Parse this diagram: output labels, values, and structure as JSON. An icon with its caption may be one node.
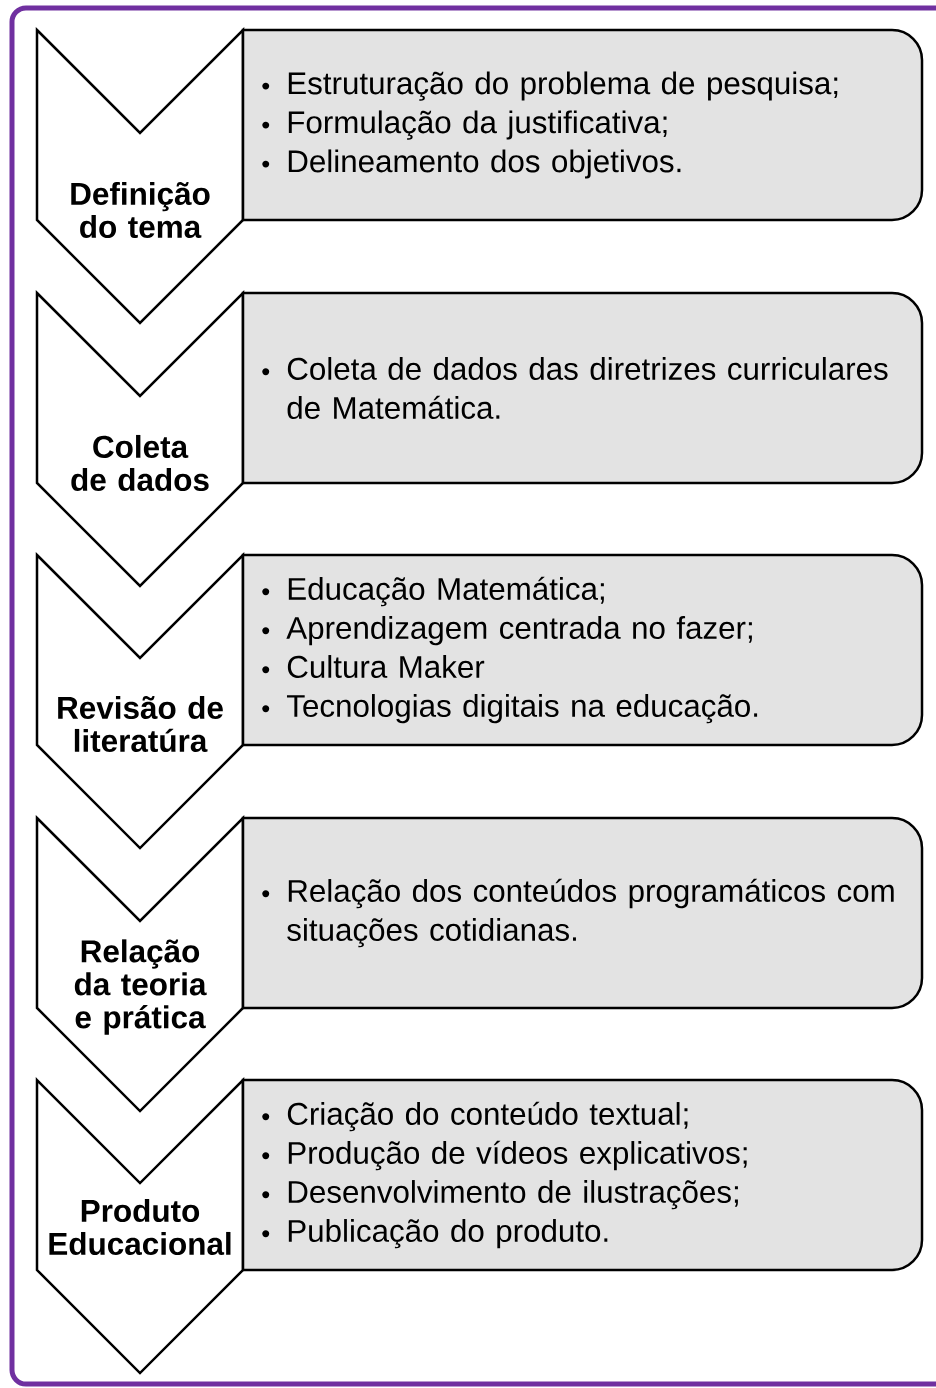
{
  "diagram": {
    "nodes": [
      {
        "text": [
          "Definição do tema"
        ]
      },
      {
        "text": [
          "Estruturação do problema de pesquisa;",
          "Formulação da justificativa;",
          "Delineamento dos objetivos."
        ]
      },
      {
        "text": [
          "Coleta de dados"
        ]
      },
      {
        "text": [
          "Coleta de dados das diretrizes curriculares de Matemática."
        ]
      },
      {
        "text": [
          "Revisão de literatúra"
        ]
      },
      {
        "text": [
          "Educação Matemática;",
          "Aprendizagem centrada no fazer;",
          "Cultura Maker",
          "Tecnologias digitais na educação."
        ]
      },
      {
        "text": [
          "Relação da teoria e prática"
        ]
      },
      {
        "text": [
          "Relação dos conteúdos programáticos com situações cotidianas."
        ]
      },
      {
        "text": [
          "Produto Educacional"
        ]
      },
      {
        "text": [
          "Criação do conteúdo textual;",
          "Produção de vídeos explicativos;",
          "Desenvolvimento de ilustrações;",
          "Publicação do produto."
        ]
      }
    ]
  }
}
